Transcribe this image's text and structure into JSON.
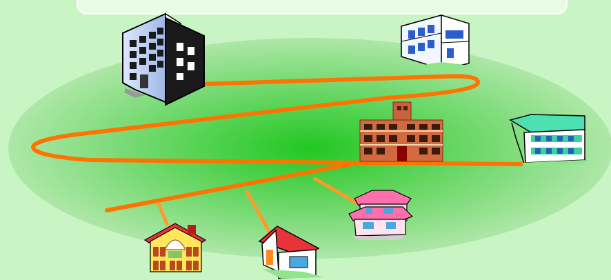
{
  "colors": {
    "background": "#c9f5c5",
    "panel": "#e8fbe4",
    "field_center": "#2ecc2e",
    "field_edge": "#a7e6a1",
    "network_line": "#ff7300",
    "drop_line": "#ff9a2a"
  },
  "elements": {
    "top_panel": "rounded-rectangle",
    "field": "green-oval",
    "backbone": "orange-network-line",
    "buildings": [
      "office-building-icon",
      "apartment-white-icon",
      "brick-building-icon",
      "apartment-green-icon",
      "house-pink-icon",
      "house-red-roof-icon",
      "house-yellow-icon"
    ]
  }
}
